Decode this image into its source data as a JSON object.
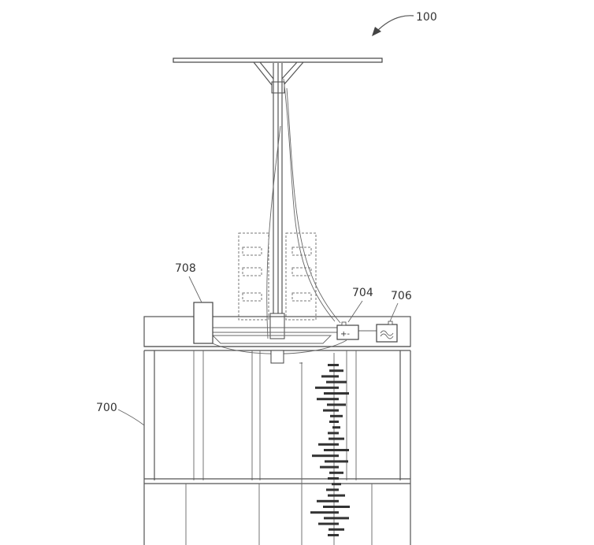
{
  "figure": {
    "reference_labels": {
      "system": "100",
      "structure": "700",
      "battery": "704",
      "inverter": "706",
      "controller": "708"
    },
    "battery_symbol": "+-"
  }
}
